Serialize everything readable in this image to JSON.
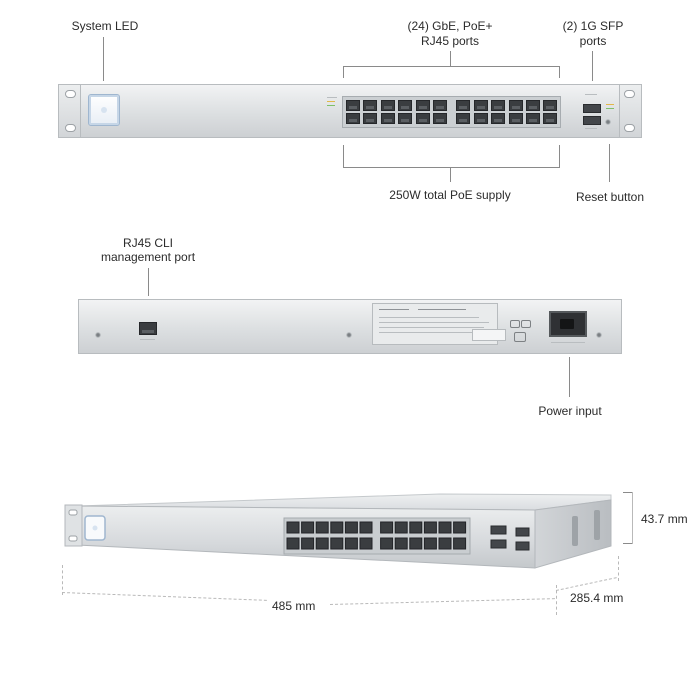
{
  "callouts": {
    "system_led": "System LED",
    "rj45_ports_line1": "(24) GbE, PoE+",
    "rj45_ports_line2": "RJ45 ports",
    "sfp_line1": "(2) 1G SFP",
    "sfp_line2": "ports",
    "poe_supply": "250W total PoE supply",
    "reset_button": "Reset button",
    "cli_line1": "RJ45 CLI",
    "cli_line2": "management port",
    "power_input": "Power input"
  },
  "dimensions": {
    "height": "43.7 mm",
    "width": "485 mm",
    "depth": "285.4 mm"
  },
  "colors": {
    "chassis": "#dcdfe1",
    "port": "#3a3d40",
    "led_accent": "#9fb6cf",
    "callout_line": "#8a8a8a"
  }
}
